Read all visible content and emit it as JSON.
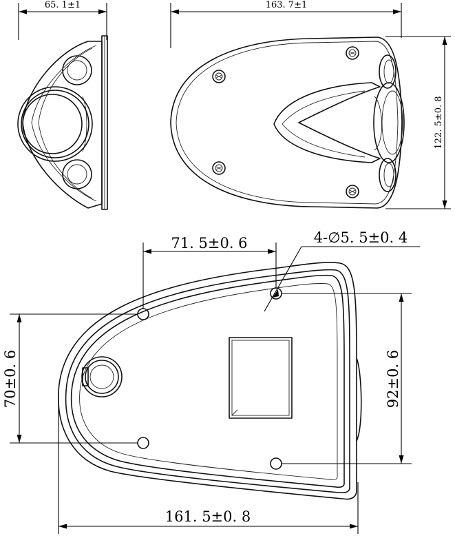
{
  "dimensions": {
    "side_view_width": "65. 1±1",
    "front_view_length": "163. 7±1",
    "front_view_height": "122. 5±0. 8",
    "hole_spacing_horizontal": "71. 5±0. 6",
    "mounting_hole_spec": "4-∅5. 5±0. 4",
    "hole_spacing_vertical_left": "70±0. 6",
    "hole_spacing_vertical_right": "92±0. 6",
    "bottom_view_length": "161. 5±0. 8"
  },
  "colors": {
    "line": "#111111",
    "background": "#ffffff"
  }
}
